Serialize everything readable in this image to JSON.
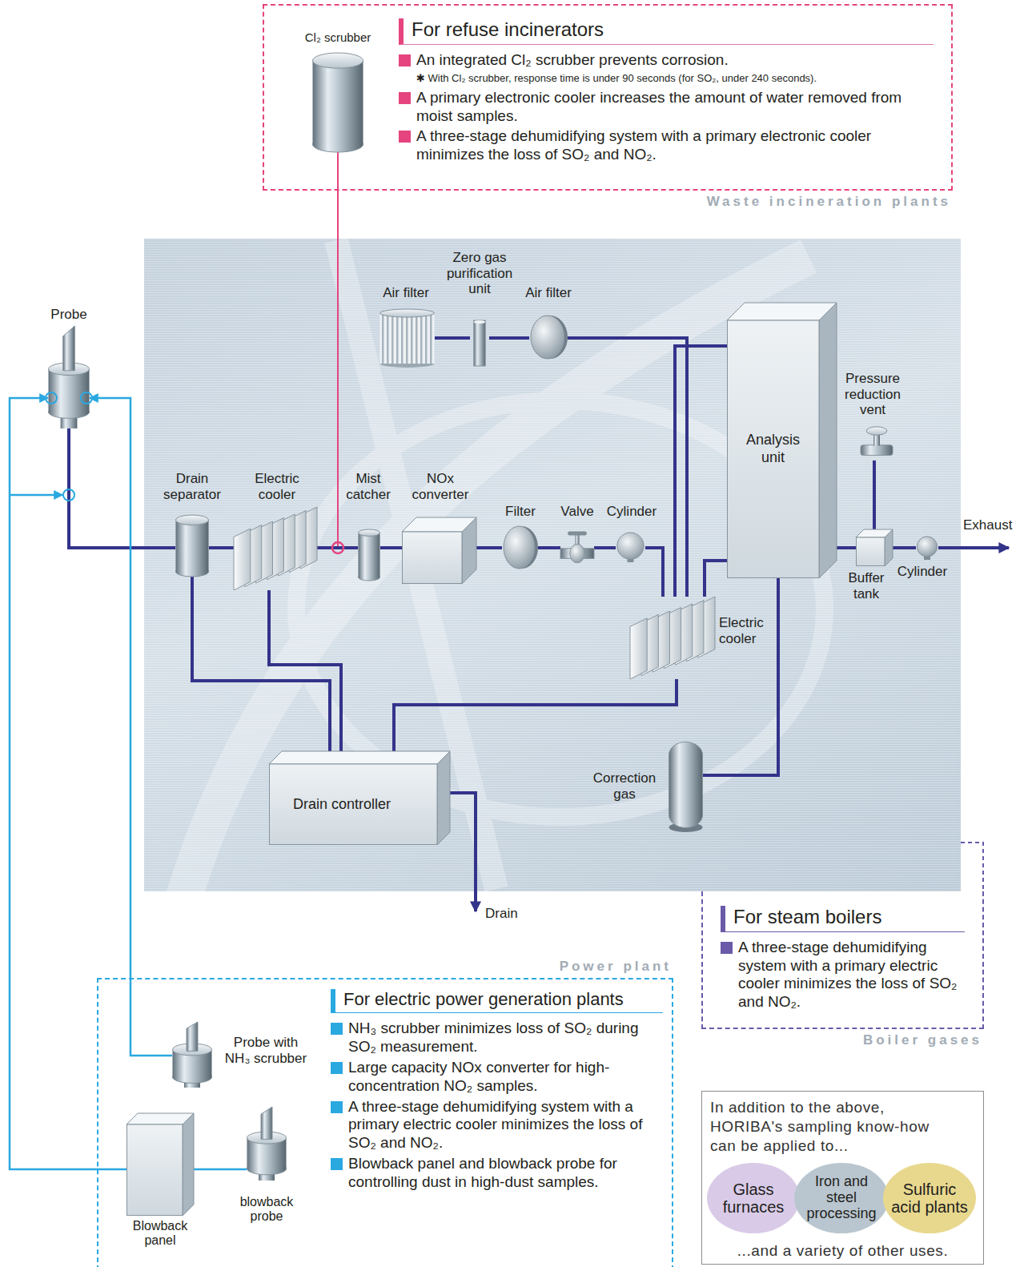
{
  "diagram": {
    "nodes": [
      {
        "text": [
          "For refuse incinerators",
          "An integrated Cl₂ scrubber prevents corrosion.",
          "✱ With Cl₂ scrubber, response time is under 90 seconds (for SO₂, under 240 seconds).",
          "A primary electronic cooler increases the amount of water removed from moist samples.",
          "A three-stage dehumidifying system with a primary electronic cooler minimizes the loss of SO₂ and NO₂.",
          "Waste incineration plants"
        ]
      },
      {
        "text": [
          "Cl₂ scrubber"
        ],
        "in": 0
      },
      {
        "text": [
          "Probe"
        ]
      },
      {
        "text": [
          "Drain separator"
        ]
      },
      {
        "text": [
          "Electric cooler"
        ]
      },
      {
        "text": [
          "Mist catcher"
        ]
      },
      {
        "text": [
          "NOx converter"
        ]
      },
      {
        "text": [
          "Filter"
        ]
      },
      {
        "text": [
          "Valve"
        ]
      },
      {
        "text": [
          "Cylinder"
        ]
      },
      {
        "text": [
          "Air filter"
        ]
      },
      {
        "text": [
          "Zero gas purification unit"
        ]
      },
      {
        "text": [
          "Air filter"
        ]
      },
      {
        "text": [
          "Analysis unit"
        ]
      },
      {
        "text": [
          "Pressure reduction vent"
        ]
      },
      {
        "text": [
          "Buffer tank"
        ]
      },
      {
        "text": [
          "Cylinder"
        ]
      },
      {
        "text": [
          "Electric cooler"
        ]
      },
      {
        "text": [
          "Drain controller"
        ]
      },
      {
        "text": [
          "Correction gas"
        ]
      },
      {
        "text": [
          "For steam boilers",
          "A three-stage dehumidifying system with a primary electric cooler minimizes the loss of SO₂ and NO₂.",
          "Boiler gases"
        ]
      },
      {
        "text": [
          "For electric power generation plants",
          "NH₃ scrubber minimizes loss of SO₂ during SO₂ measurement.",
          "Large capacity NOx converter for high-concentration NO₂ samples.",
          "A three-stage dehumidifying system with a primary electric cooler minimizes the loss of SO₂ and NO₂.",
          "Blowback panel and blowback probe for controlling dust in high-dust samples.",
          "Power plant"
        ]
      },
      {
        "text": [
          "Probe with NH₃ scrubber"
        ],
        "in": 21
      },
      {
        "text": [
          "Blowback panel"
        ],
        "in": 21
      },
      {
        "text": [
          "blowback probe"
        ],
        "in": 21
      },
      {
        "text": [
          "In addition to the above, HORIBA's sampling know-how can be applied to...",
          "...and a variety of other uses."
        ]
      },
      {
        "text": [
          "Glass furnaces"
        ],
        "in": 25
      },
      {
        "text": [
          "Iron and steel processing"
        ],
        "in": 25
      },
      {
        "text": [
          "Sulfuric acid plants"
        ],
        "in": 25
      }
    ],
    "edges": [
      {
        "from": 1,
        "to": 5,
        "arrow": "none"
      },
      {
        "from": 2,
        "to": 3,
        "arrow": "none"
      },
      {
        "from": 3,
        "to": 4,
        "arrow": "none"
      },
      {
        "from": 4,
        "to": 5,
        "arrow": "none"
      },
      {
        "from": 5,
        "to": 6,
        "arrow": "none"
      },
      {
        "from": 6,
        "to": 7,
        "arrow": "none"
      },
      {
        "from": 7,
        "to": 8,
        "arrow": "none"
      },
      {
        "from": 8,
        "to": 9,
        "arrow": "none"
      },
      {
        "from": 9,
        "to": 17,
        "arrow": "none"
      },
      {
        "from": 10,
        "to": 11,
        "arrow": "none"
      },
      {
        "from": 11,
        "to": 12,
        "arrow": "none"
      },
      {
        "from": 12,
        "to": 17,
        "arrow": "none"
      },
      {
        "from": 17,
        "to": 13,
        "arrow": "none"
      },
      {
        "from": 13,
        "to": 17,
        "arrow": "none"
      },
      {
        "from": 13,
        "to": 15,
        "arrow": "none"
      },
      {
        "from": 14,
        "to": 15,
        "arrow": "none"
      },
      {
        "from": 15,
        "to": 16,
        "arrow": "none"
      },
      {
        "from": 3,
        "to": 18,
        "arrow": "none"
      },
      {
        "from": 4,
        "to": 18,
        "arrow": "none"
      },
      {
        "from": 17,
        "to": 18,
        "arrow": "none"
      },
      {
        "from": 19,
        "to": 13,
        "arrow": "none"
      },
      {
        "from": 22,
        "to": 2,
        "arrow": "to"
      },
      {
        "from": 23,
        "to": 2,
        "arrow": "to"
      },
      {
        "from": 23,
        "to": 24,
        "arrow": "none"
      }
    ],
    "labels": [
      "Exhaust",
      "Drain"
    ]
  }
}
